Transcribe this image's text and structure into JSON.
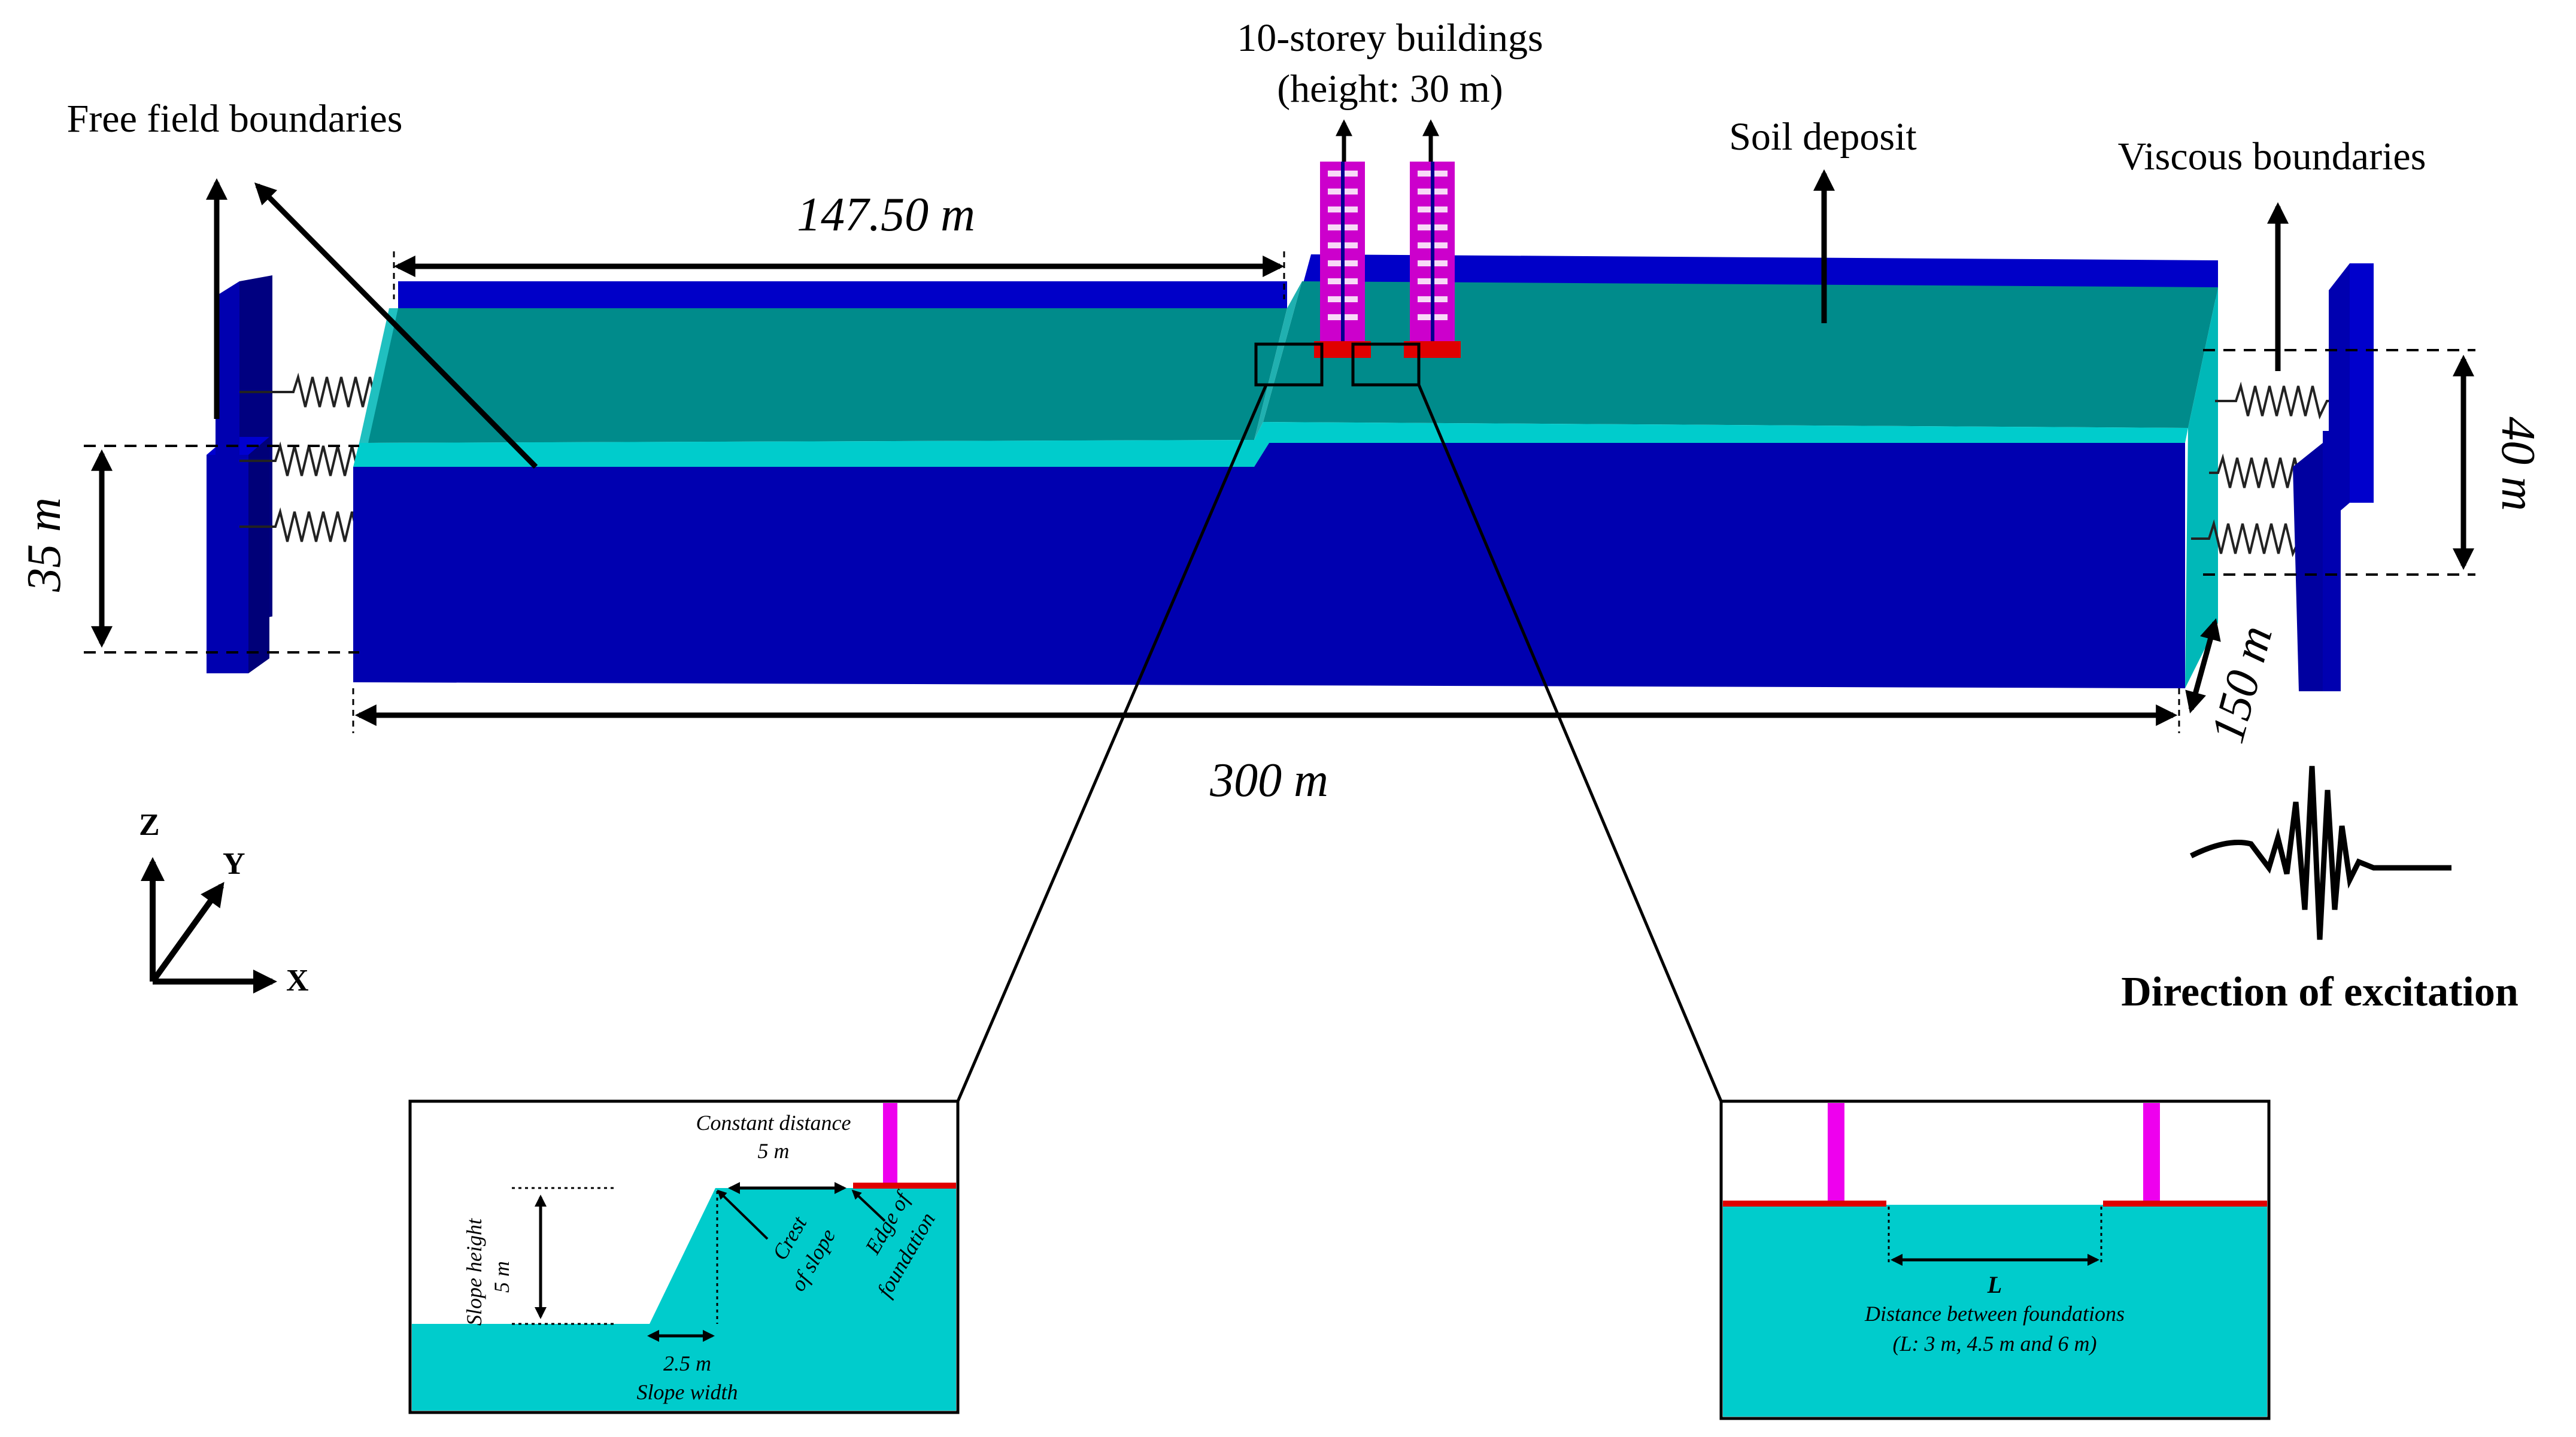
{
  "labels": {
    "buildings_line1": "10-storey buildings",
    "buildings_line2": "(height: 30 m)",
    "free_field": "Free field boundaries",
    "soil_deposit": "Soil deposit",
    "viscous": "Viscous boundaries",
    "dim_top": "147.50 m",
    "dim_length": "300 m",
    "dim_left": "35 m",
    "dim_right": "40 m",
    "dim_depth": "150 m",
    "axis_z": "Z",
    "axis_y": "Y",
    "axis_x": "X",
    "excitation": "Direction of excitation"
  },
  "inset_left": {
    "constant_distance": "Constant distance",
    "constant_distance_value": "5 m",
    "slope_height": "Slope height",
    "slope_height_value": "5 m",
    "crest": "Crest",
    "crest2": "of slope",
    "edge": "Edge of",
    "edge2": "foundation",
    "width_value": "2.5 m",
    "slope_width": "Slope width"
  },
  "inset_right": {
    "symbol": "L",
    "distance": "Distance between foundations",
    "values": "(L: 3 m, 4.5 m and 6 m)"
  },
  "colors": {
    "navy": "#0000B0",
    "navy_dark": "#000078",
    "teal": "#008B8B",
    "cyan": "#00CCCC",
    "magenta": "#FF00FF",
    "red": "#E00000"
  }
}
